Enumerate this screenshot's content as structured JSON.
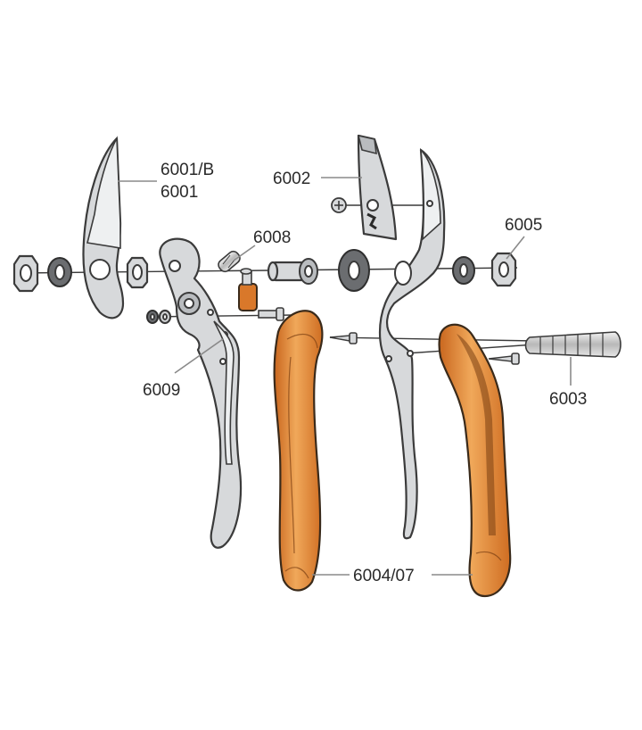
{
  "labels": {
    "p6001b": "6001/B",
    "p6001": "6001",
    "p6002": "6002",
    "p6005": "6005",
    "p6008": "6008",
    "p6009": "6009",
    "p6003": "6003",
    "p600407": "6004/07"
  },
  "colors": {
    "handle_orange": "#d9782a",
    "handle_light": "#f0a85a",
    "steel": "#d7d9db",
    "washer_black": "#6b6d70",
    "line": "#3b3b3b"
  }
}
